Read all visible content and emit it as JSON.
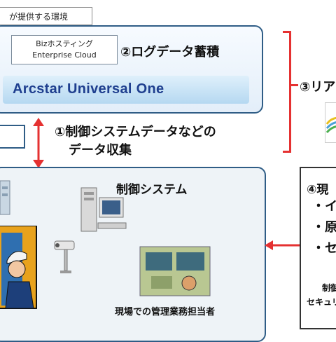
{
  "provided_env_label": "が提供する環境",
  "cloud_box": {
    "line1": "Bizホスティング",
    "line2": "Enterprise Cloud"
  },
  "log_storage_title": "②ログデータ蓄積",
  "network_name": "Arcstar Universal One",
  "collection_note": {
    "line1": "①制御システムデータなどの",
    "line2": "データ収集"
  },
  "realtime_title": "③リア",
  "control_system_title": "制御システム",
  "site_staff_caption": "現場での管理業務担当者",
  "right_panel": {
    "title": "④現",
    "bullets": [
      "・イ",
      "・原",
      "・セ"
    ],
    "text1": "制御",
    "text2": "セキュリ"
  },
  "colors": {
    "panel_border": "#2f5d86",
    "arrow_red": "#e53131",
    "network_text": "#1f3f8f"
  }
}
